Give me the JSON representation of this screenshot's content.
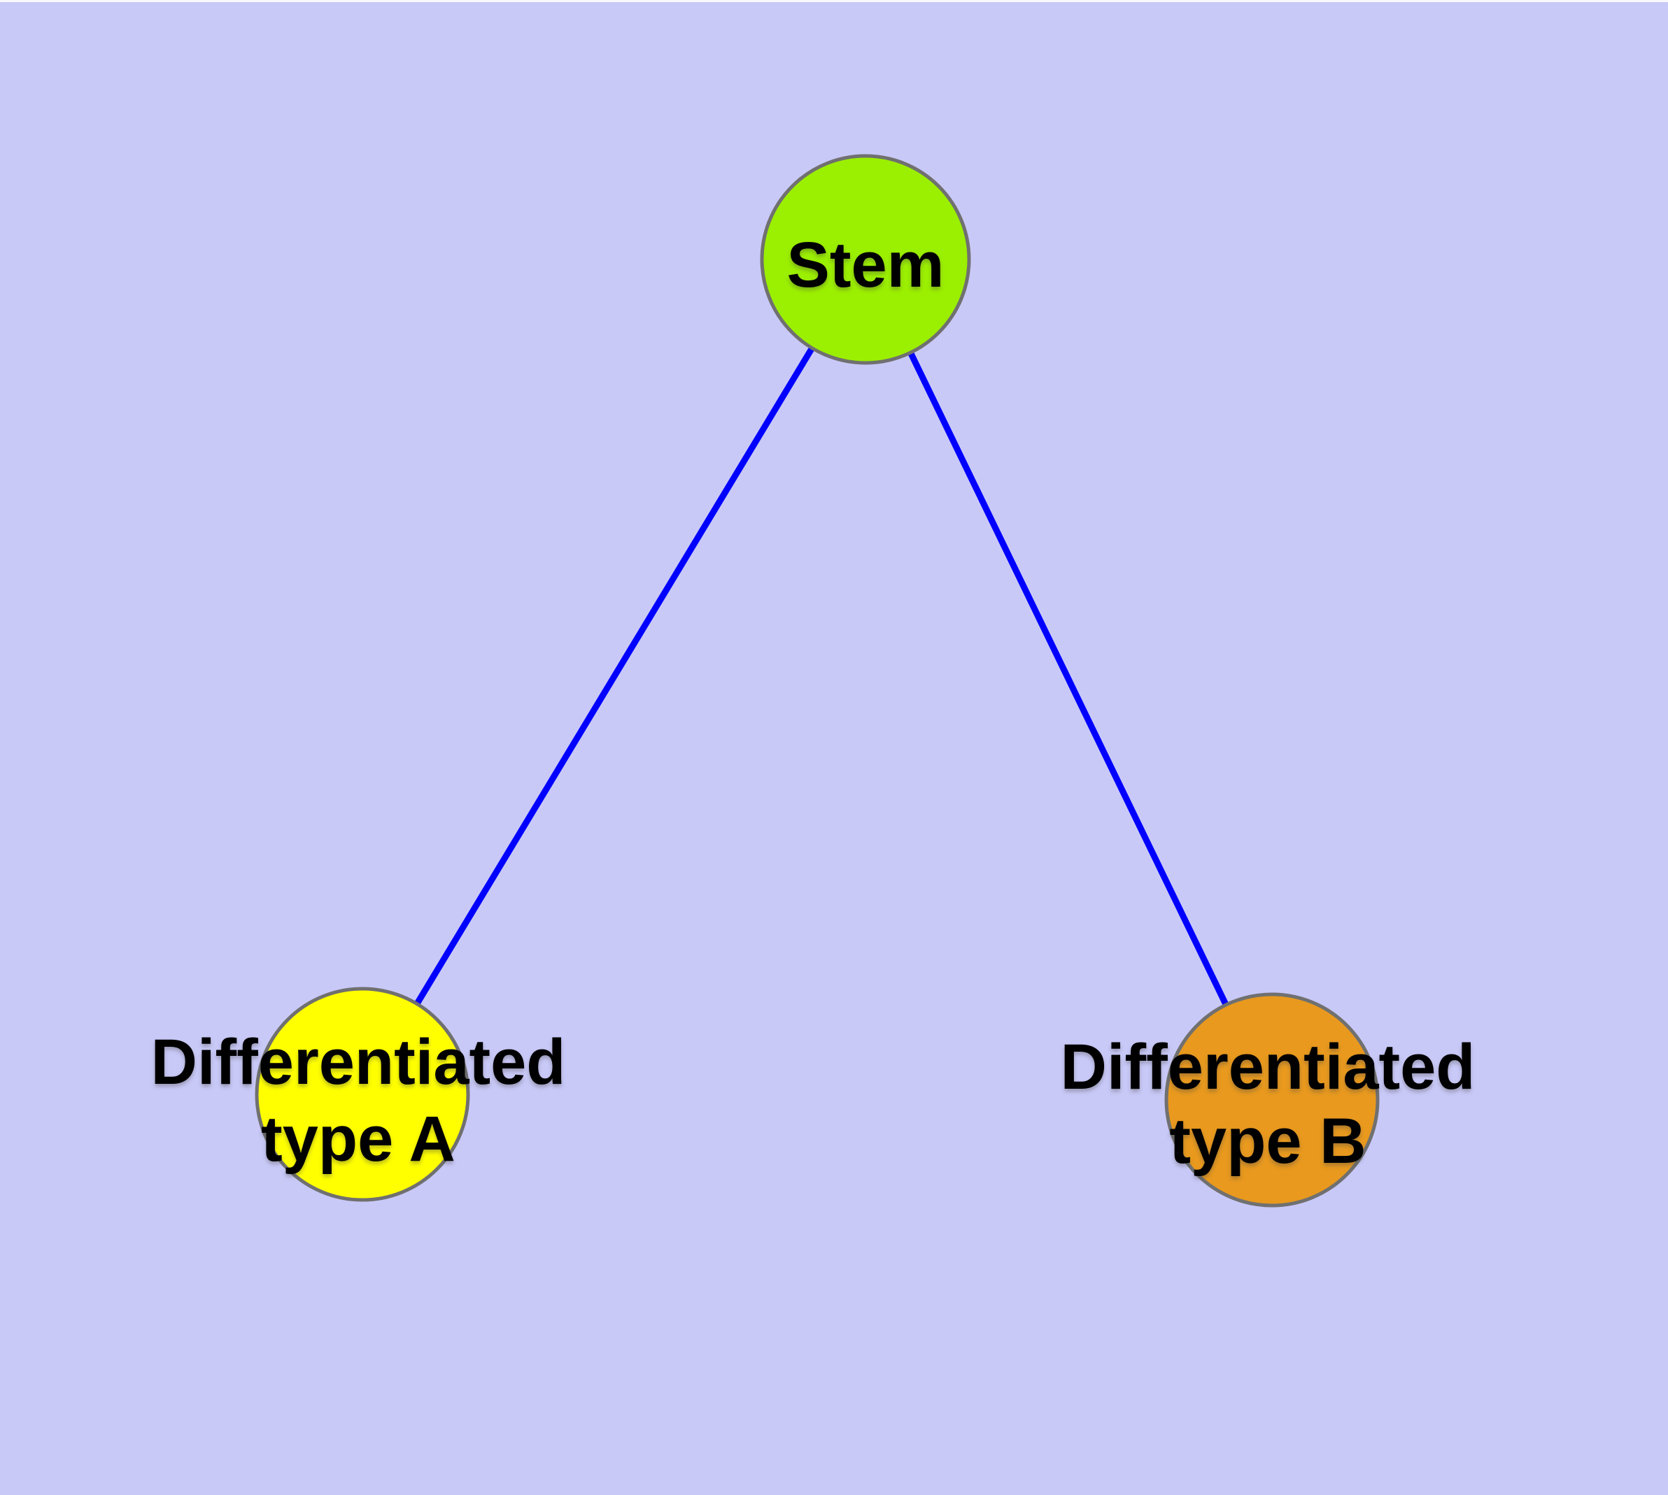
{
  "diagram": {
    "background_color": "#C9C9F8",
    "top_edge_highlight_color": "#F8F8FF",
    "edge_color": "#0000FF",
    "node_border_color": "#707070",
    "text_color": "#000000",
    "nodes": [
      {
        "id": "stem",
        "lines": [
          "Stem"
        ],
        "fill": "#9BEF00"
      },
      {
        "id": "differentiated-type-a",
        "lines": [
          "Differentiated",
          "type A"
        ],
        "fill": "#FFFF00"
      },
      {
        "id": "differentiated-type-b",
        "lines": [
          "Differentiated",
          "type B"
        ],
        "fill": "#E8991E"
      }
    ],
    "edges": [
      {
        "from": "stem",
        "to": "differentiated-type-a"
      },
      {
        "from": "stem",
        "to": "differentiated-type-b"
      }
    ]
  }
}
